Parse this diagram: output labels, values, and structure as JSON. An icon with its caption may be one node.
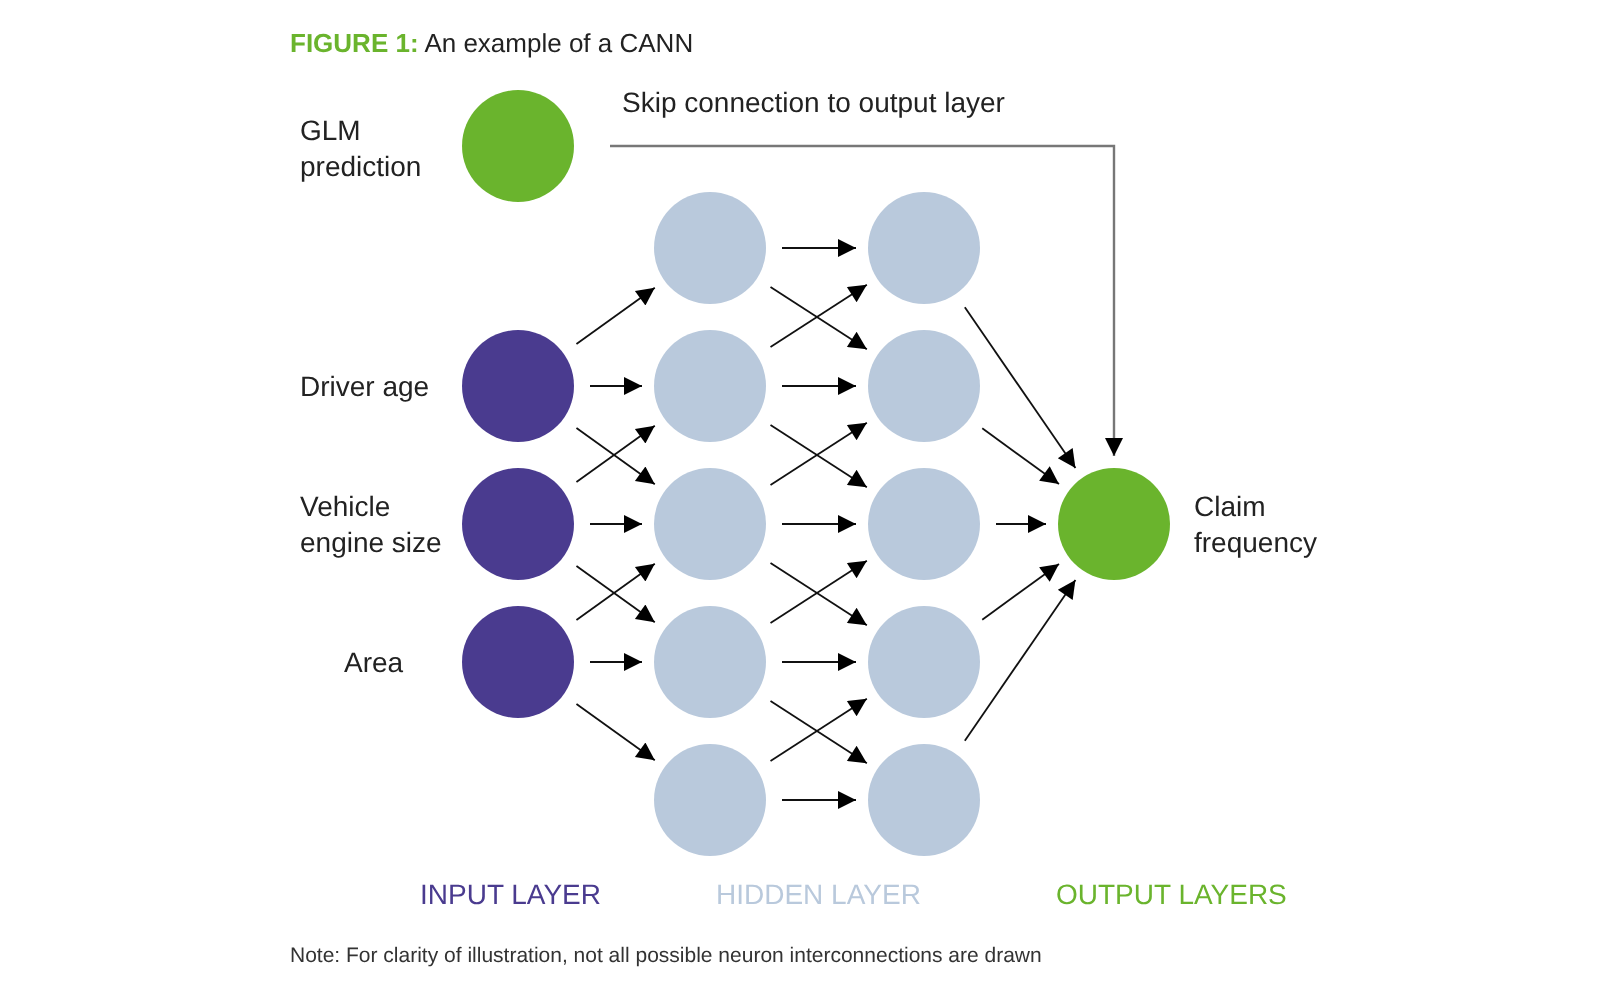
{
  "diagram": {
    "title": "**FIGURE 1:** An example of a CANN",
    "caption": "Note: For clarity of illustration, not all possible neuron interconnections are drawn",
    "nodes": [
      {
        "text": [],
        "shape": "circle",
        "beside": [
          "GLM prediction"
        ]
      },
      {
        "text": [],
        "shape": "circle",
        "beside": [
          "Driver age"
        ]
      },
      {
        "text": [],
        "shape": "circle",
        "beside": [
          "Vehicle engine size"
        ]
      },
      {
        "text": [],
        "shape": "circle",
        "beside": [
          "Area"
        ]
      },
      {
        "text": [],
        "shape": "circle"
      },
      {
        "text": [],
        "shape": "circle"
      },
      {
        "text": [],
        "shape": "circle"
      },
      {
        "text": [],
        "shape": "circle"
      },
      {
        "text": [],
        "shape": "circle"
      },
      {
        "text": [],
        "shape": "circle"
      },
      {
        "text": [],
        "shape": "circle"
      },
      {
        "text": [],
        "shape": "circle"
      },
      {
        "text": [],
        "shape": "circle"
      },
      {
        "text": [],
        "shape": "circle"
      },
      {
        "text": [],
        "shape": "circle",
        "beside": [
          "Claim frequency"
        ]
      }
    ],
    "edges": [
      {
        "from": 1,
        "to": 4,
        "arrow": "to"
      },
      {
        "from": 1,
        "to": 5,
        "arrow": "to"
      },
      {
        "from": 1,
        "to": 6,
        "arrow": "to"
      },
      {
        "from": 2,
        "to": 5,
        "arrow": "to"
      },
      {
        "from": 2,
        "to": 6,
        "arrow": "to"
      },
      {
        "from": 2,
        "to": 7,
        "arrow": "to"
      },
      {
        "from": 3,
        "to": 6,
        "arrow": "to"
      },
      {
        "from": 3,
        "to": 7,
        "arrow": "to"
      },
      {
        "from": 3,
        "to": 8,
        "arrow": "to"
      },
      {
        "from": 4,
        "to": 9,
        "arrow": "to"
      },
      {
        "from": 4,
        "to": 10,
        "arrow": "to"
      },
      {
        "from": 5,
        "to": 9,
        "arrow": "to"
      },
      {
        "from": 5,
        "to": 10,
        "arrow": "to"
      },
      {
        "from": 5,
        "to": 11,
        "arrow": "to"
      },
      {
        "from": 6,
        "to": 10,
        "arrow": "to"
      },
      {
        "from": 6,
        "to": 11,
        "arrow": "to"
      },
      {
        "from": 6,
        "to": 12,
        "arrow": "to"
      },
      {
        "from": 7,
        "to": 11,
        "arrow": "to"
      },
      {
        "from": 7,
        "to": 12,
        "arrow": "to"
      },
      {
        "from": 7,
        "to": 13,
        "arrow": "to"
      },
      {
        "from": 8,
        "to": 12,
        "arrow": "to"
      },
      {
        "from": 8,
        "to": 13,
        "arrow": "to"
      },
      {
        "from": 9,
        "to": 14,
        "arrow": "to"
      },
      {
        "from": 10,
        "to": 14,
        "arrow": "to"
      },
      {
        "from": 11,
        "to": 14,
        "arrow": "to"
      },
      {
        "from": 12,
        "to": 14,
        "arrow": "to"
      },
      {
        "from": 13,
        "to": 14,
        "arrow": "to"
      },
      {
        "from": 0,
        "to": 14,
        "arrow": "to",
        "label": "Skip connection to output layer",
        "color": "#777777"
      }
    ],
    "labels": [
      "INPUT LAYER",
      "HIDDEN LAYER",
      "OUTPUT LAYERS"
    ]
  }
}
